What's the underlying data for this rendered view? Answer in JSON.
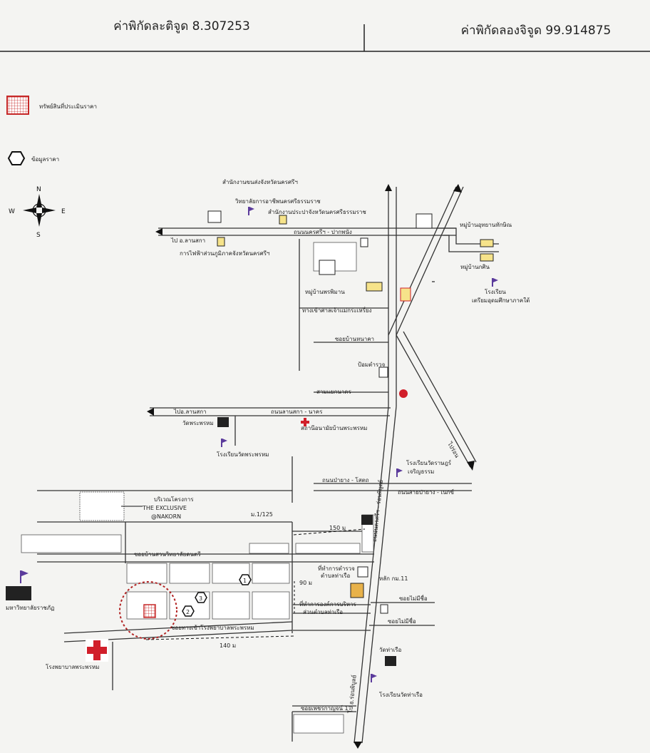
{
  "header": {
    "latitude": "ค่าพิกัดละติจูด 8.307253",
    "longitude": "ค่าพิกัดลองจิจูด 99.914875"
  },
  "legend": {
    "property": "ทรัพย์สินที่ประเมินราคา",
    "price_data": "ข้อมูลราคา"
  },
  "compass": {
    "n": "N",
    "s": "S",
    "e": "E",
    "w": "W"
  },
  "labels": {
    "l1": "สำนักงานขนส่งจังหวัดนครศรีฯ",
    "l2": "วิทยาลัยการอาชีพนครศรีธรรมราช",
    "l3": "สำนักงานประปาจังหวัดนครศรีธรรมราช",
    "l4": "ไป อ.ลานสกา",
    "l5": "การไฟฟ้าส่วนภูมิภาคจังหวัดนครศรีฯ",
    "l6": "หมู่บ้านอุทยานทักษิณ",
    "l7": "หมู่บ้านกศิน",
    "l8": "โรงเรียน",
    "l9": "เตรียมอุดมศึกษาภาคใต้",
    "l10": "หมู่บ้านพรพิมาน",
    "l11": "ทางเข้าศาลเจ้าแม่กระเหรี่ยง",
    "l12": "ซอยบ้านหนาคา",
    "l13": "ป้อมตำรวจ",
    "l14": "สามแยกนาคร",
    "l15": "ไปอ.ลานสกา",
    "l16": "ถนนลานสกา - นาคร",
    "l17": "วัดพระพรหม",
    "l18": "สถานีอนามัยบ้านพระพรหม",
    "l19": "โรงเรียนวัดพระพรหม",
    "l20": "โรงเรียนวัดราษฎร์",
    "l21": "เจริญธรรม",
    "l22": "ไปร่อน",
    "l23": "ถนนป่ายาง - โสตถ",
    "l24": "ถนนสายป่ายาง - เนกข์",
    "l25": "บริเวณโครงการ",
    "l26": "THE EXCLUSIVE",
    "l27": "@NAKORN",
    "l28": "ม.1/125",
    "l29": "150 ม",
    "l30": "ซอยบ้านสวนวิทยาลัยดนตรี",
    "l31": "ที่ทำการตำรวจ",
    "l32": "ตำบลท่าเรือ",
    "l33": "หลัก กม.11",
    "l34": "90 ม",
    "l35": "ที่ทำการองค์การบริหาร",
    "l36": "ส่วนตำบลท่าเรือ",
    "l37": "ซอยไม่มีชื่อ",
    "l38": "ซอยไม่มีชื่อ",
    "l39": "มหาวิทยาลัยราชภัฏ",
    "l40": "ซอยทางเข้าโรงพยาบาลพระพรหม",
    "l41": "140 ม",
    "l42": "โรงพยาบาลพระพรหม",
    "l43": "วัดท่าเรือ",
    "l44": "โรงเรียนวัดท่าเรือ",
    "l45": "ซอยเพชรกาญจน์ 1",
    "l46": "ไป อ.ร่อนพิบูลย์",
    "l47": "ถนนนครศรีฯ - ปากพนัง",
    "l48": "ถนนนครศรีฯ - ร่อนพิบูลย์"
  },
  "markers": {
    "m1": "1",
    "m2": "2",
    "m3": "3"
  },
  "colors": {
    "hospital": "#d11f2a",
    "property_circle": "#b22222",
    "flag": "#5b3b9c",
    "legend_border": "#c62828"
  }
}
